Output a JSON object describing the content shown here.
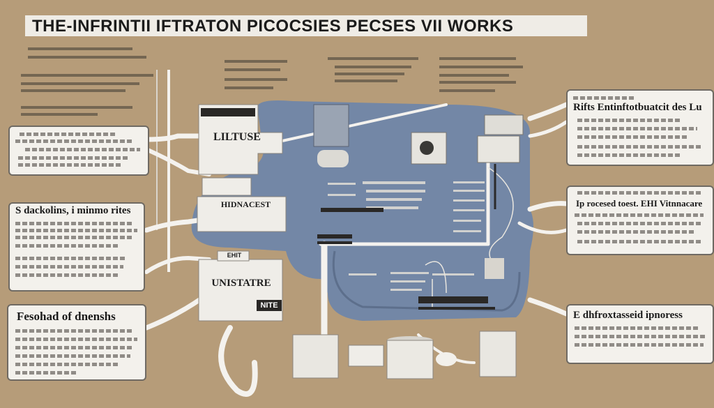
{
  "title": "THE-INFRINTII IFTRATON PICOCSIES PECSES VII WORKS",
  "labels": {
    "liltuse": "LILTUSE",
    "hidnacest": "HIDNACEST",
    "unistatre": "UNISTATRE",
    "nite": "NITE",
    "ehit": "EHIT"
  },
  "panels": {
    "left_middle": "S dackolins, i minmo rites",
    "left_bottom": "Fesohad of dnenshs",
    "right_top": "Rifts Entinftotbuatcit des Lu",
    "right_middle": "Ip rocesed toest. EHI Vitnnacare",
    "right_bottom": "E dhfroxtasseid ipnoress"
  },
  "colors": {
    "background": "#b69c79",
    "tank": "#7387a6",
    "panel": "#f3f1ec",
    "pipe": "#f4f2ee"
  }
}
